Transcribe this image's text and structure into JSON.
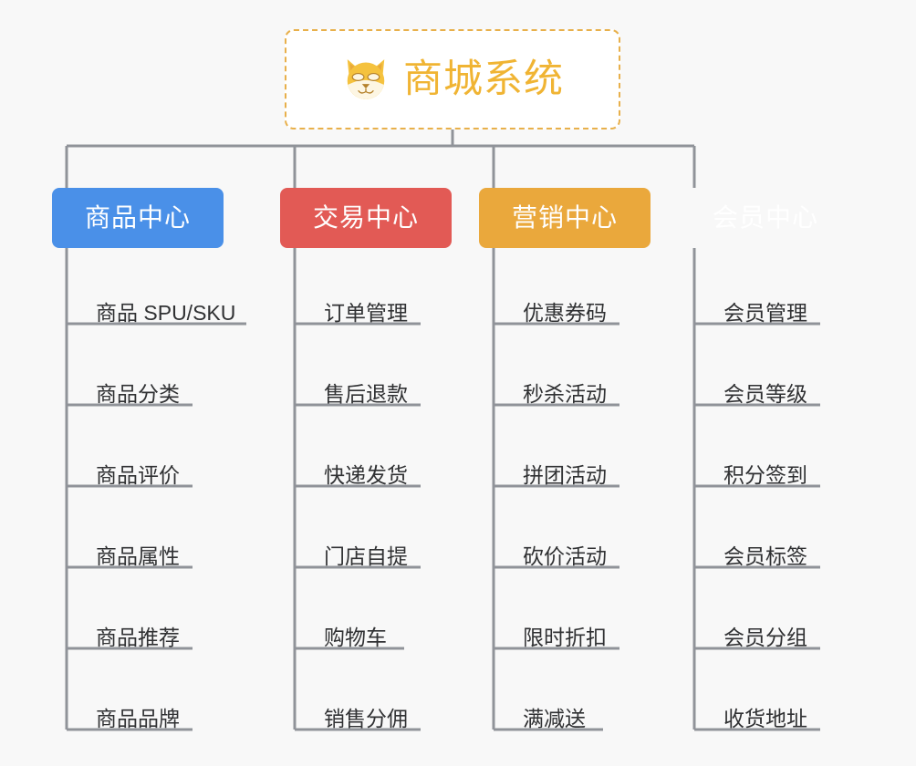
{
  "background_color": "#f8f8f8",
  "connector_color": "#909399",
  "root": {
    "title": "商城系统",
    "icon": "shiba-dog-face-icon",
    "text_color": "#f0b433",
    "border_color": "#e8b04b",
    "background_color": "#ffffff"
  },
  "branches": [
    {
      "label": "商品中心",
      "color": "#4a90e8",
      "text_color": "#ffffff",
      "items": [
        "商品 SPU/SKU",
        "商品分类",
        "商品评价",
        "商品属性",
        "商品推荐",
        "商品品牌"
      ]
    },
    {
      "label": "交易中心",
      "color": "#e25a55",
      "text_color": "#ffffff",
      "items": [
        "订单管理",
        "售后退款",
        "快递发货",
        "门店自提",
        "购物车",
        "销售分佣"
      ]
    },
    {
      "label": "营销中心",
      "color": "#eaa83c",
      "text_color": "#ffffff",
      "items": [
        "优惠券码",
        "秒杀活动",
        "拼团活动",
        "砍价活动",
        "限时折扣",
        "满减送"
      ]
    },
    {
      "label": "会员中心",
      "color": "#7dc martial",
      "text_color": "#ffffff",
      "items": [
        "会员管理",
        "会员等级",
        "积分签到",
        "会员标签",
        "会员分组",
        "收货地址"
      ]
    }
  ]
}
